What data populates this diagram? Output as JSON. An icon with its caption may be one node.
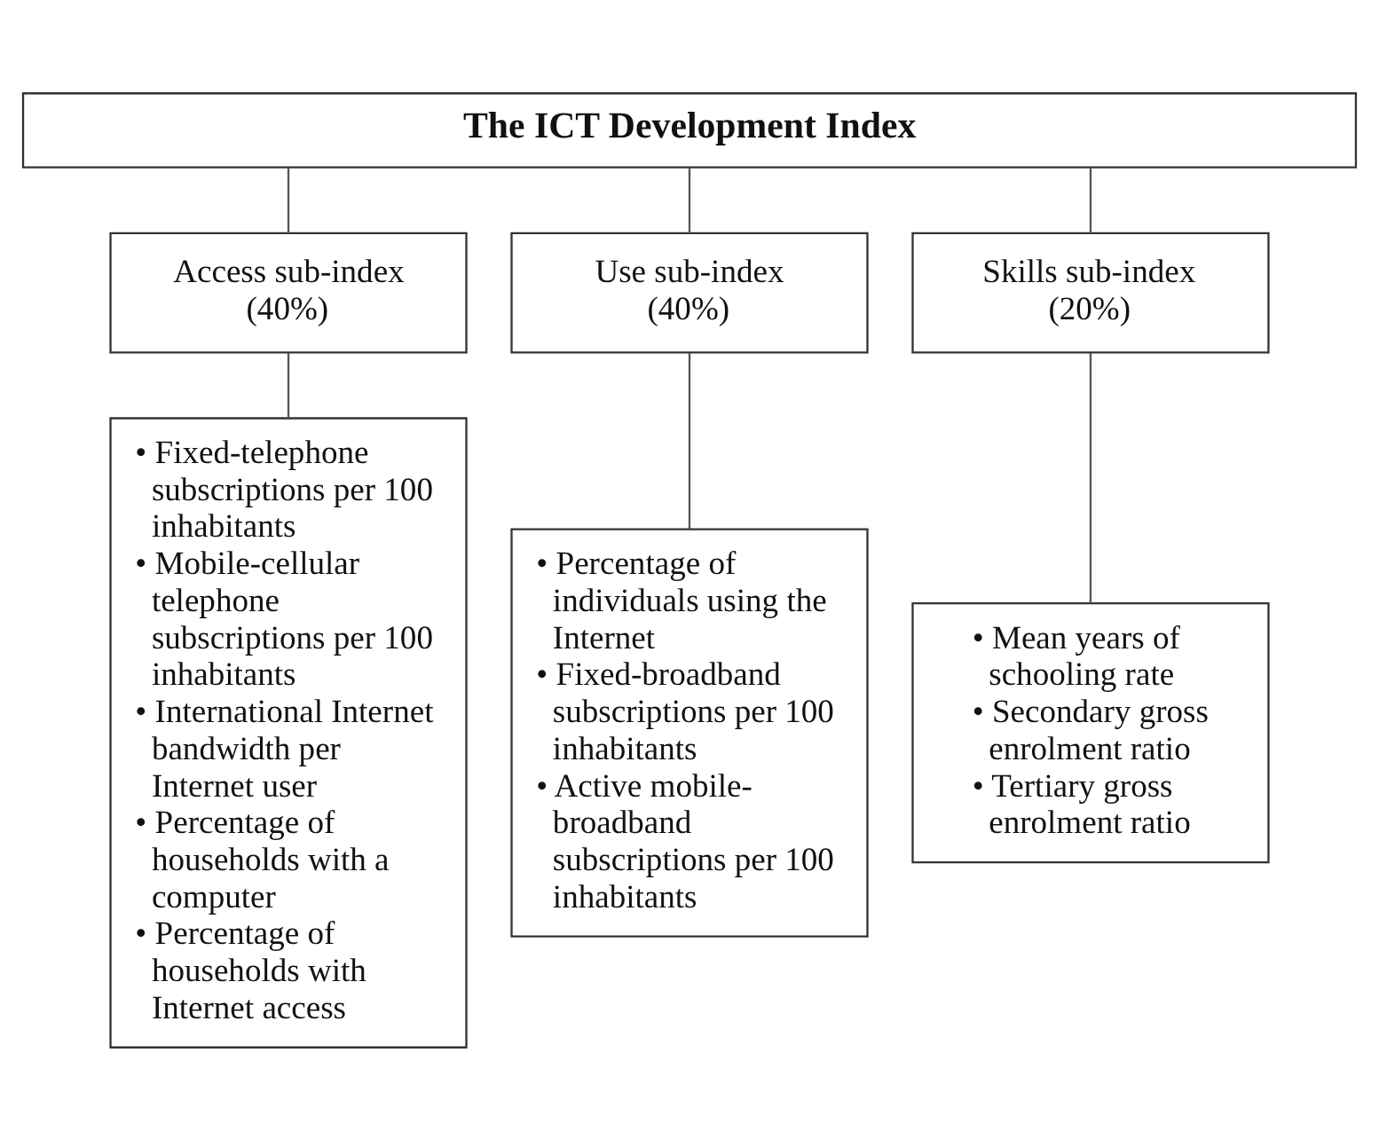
{
  "diagram": {
    "nodes": [
      {
        "text": [
          "The ICT Development Index"
        ]
      },
      {
        "text": [
          "Access sub-index (40%)"
        ]
      },
      {
        "text": [
          "Use sub-index (40%)"
        ]
      },
      {
        "text": [
          "Skills sub-index (20%)"
        ]
      },
      {
        "text": [
          "• Fixed-telephone subscriptions per 100 inhabitants",
          "• Mobile-cellular telephone subscriptions per 100 inhabitants",
          "• International Internet bandwidth per Internet user",
          "• Percentage of households with a computer",
          "• Percentage of households with Internet access"
        ]
      },
      {
        "text": [
          "• Percentage of individuals using the Internet",
          "• Fixed-broadband subscriptions per 100 inhabitants",
          "• Active mobile-broadband subscriptions per 100 inhabitants"
        ]
      },
      {
        "text": [
          "• Mean years of schooling rate",
          "• Secondary gross enrolment ratio",
          "• Tertiary gross enrolment ratio"
        ]
      }
    ],
    "edges": [
      {
        "from": 0,
        "to": 1,
        "arrow": "none"
      },
      {
        "from": 0,
        "to": 2,
        "arrow": "none"
      },
      {
        "from": 0,
        "to": 3,
        "arrow": "none"
      },
      {
        "from": 1,
        "to": 4,
        "arrow": "none"
      },
      {
        "from": 2,
        "to": 5,
        "arrow": "none"
      },
      {
        "from": 3,
        "to": 6,
        "arrow": "none"
      }
    ]
  }
}
